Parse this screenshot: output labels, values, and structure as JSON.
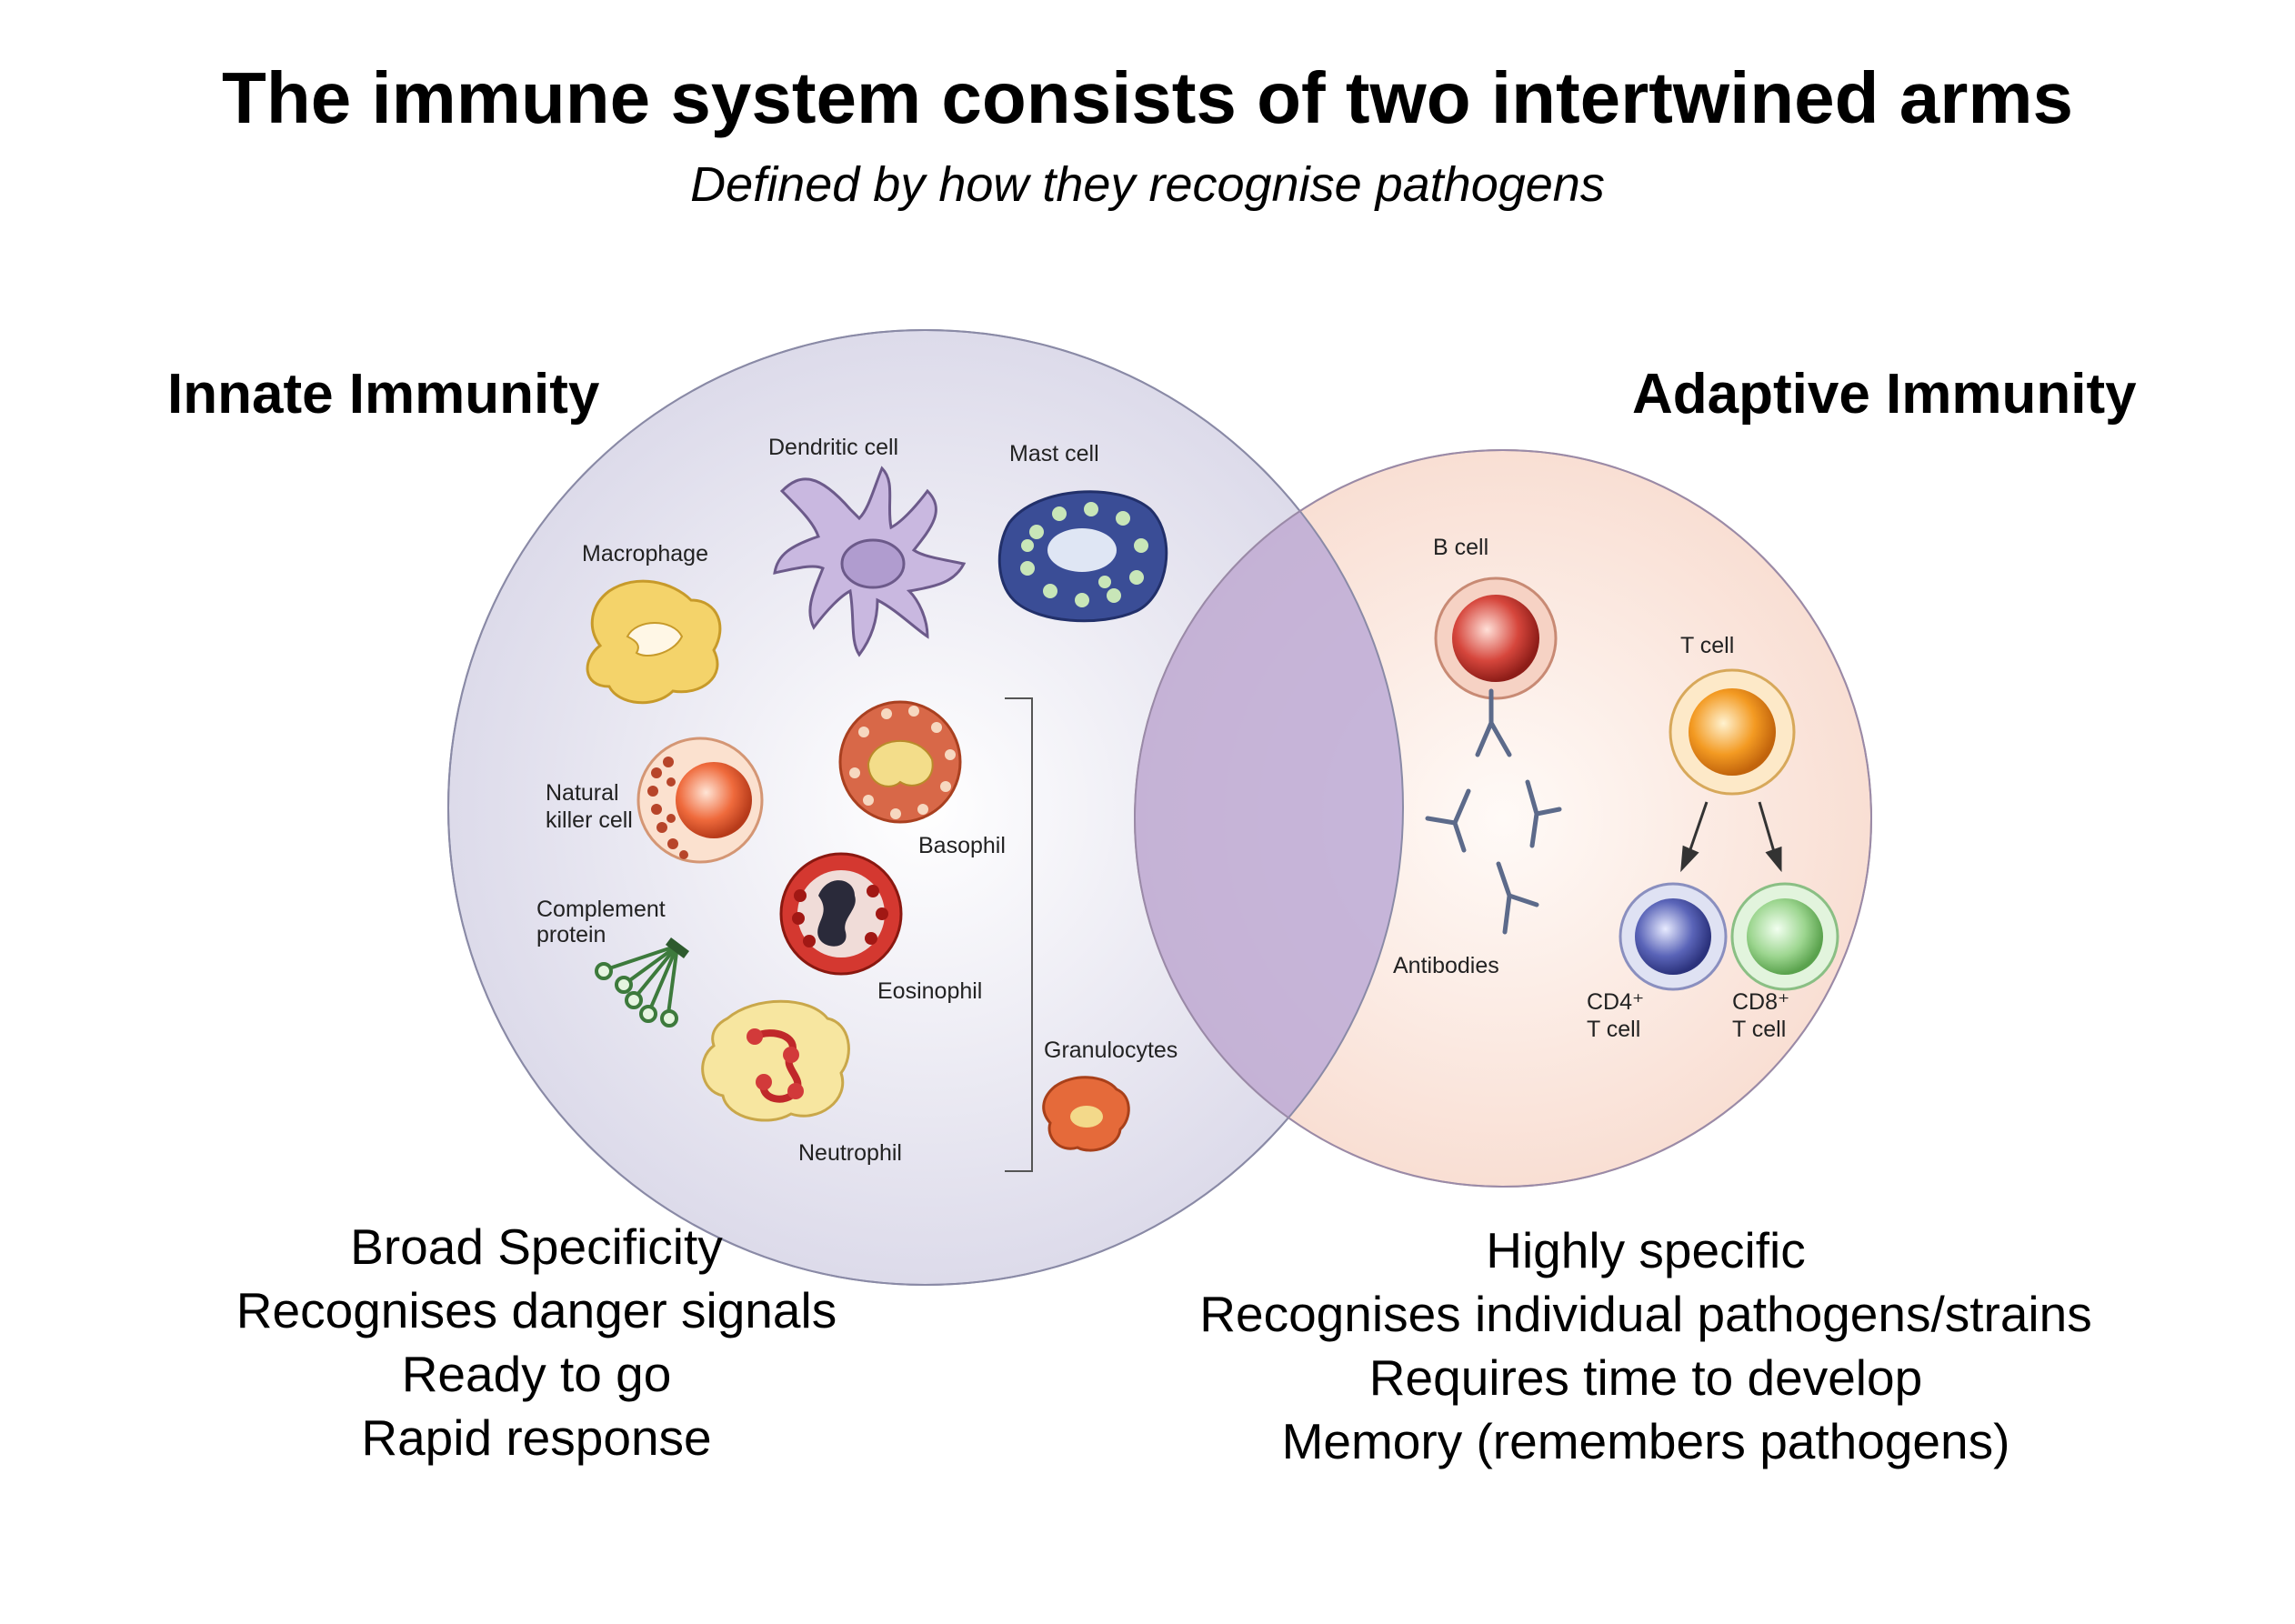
{
  "title": "The immune system consists of two intertwined arms",
  "subtitle": "Defined by how they recognise pathogens",
  "innate": {
    "heading": "Innate Immunity",
    "properties": [
      "Broad Specificity",
      "Recognises danger signals",
      "Ready to go",
      "Rapid response"
    ],
    "cells": {
      "dendritic": "Dendritic cell",
      "mast": "Mast cell",
      "macrophage": "Macrophage",
      "nk_line1": "Natural",
      "nk_line2": "killer cell",
      "basophil": "Basophil",
      "complement_line1": "Complement",
      "complement_line2": "protein",
      "eosinophil": "Eosinophil",
      "granulocytes": "Granulocytes",
      "neutrophil": "Neutrophil"
    }
  },
  "adaptive": {
    "heading": "Adaptive Immunity",
    "properties": [
      "Highly specific",
      "Recognises individual pathogens/strains",
      "Requires time to develop",
      "Memory (remembers pathogens)"
    ],
    "cells": {
      "bcell": "B cell",
      "tcell": "T cell",
      "antibodies": "Antibodies",
      "cd4_line1": "CD4⁺",
      "cd4_line2": "T cell",
      "cd8_line1": "CD8⁺",
      "cd8_line2": "T cell"
    }
  },
  "colors": {
    "innate_circle": "#e4e2ee",
    "adaptive_circle": "#fbe3d9",
    "overlap": "#c7b5db"
  }
}
